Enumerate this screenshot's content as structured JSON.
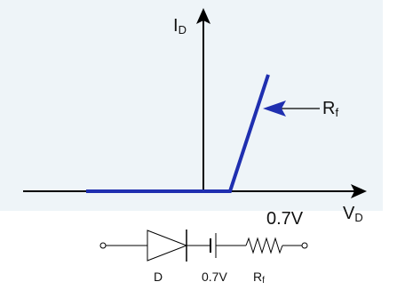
{
  "graph": {
    "y_axis_label": "I",
    "y_axis_label_sub": "D",
    "x_axis_label": "V",
    "x_axis_label_sub": "D",
    "threshold_label": "0.7V",
    "slope_label": "R",
    "slope_label_sub": "f"
  },
  "circuit": {
    "diode_label": "D",
    "battery_label": "0.7V",
    "resistor_label": "R",
    "resistor_label_sub": "f"
  },
  "colors": {
    "curve": "#1f2fb0",
    "axes": "#000000",
    "panel_background": "#eef4f8"
  }
}
